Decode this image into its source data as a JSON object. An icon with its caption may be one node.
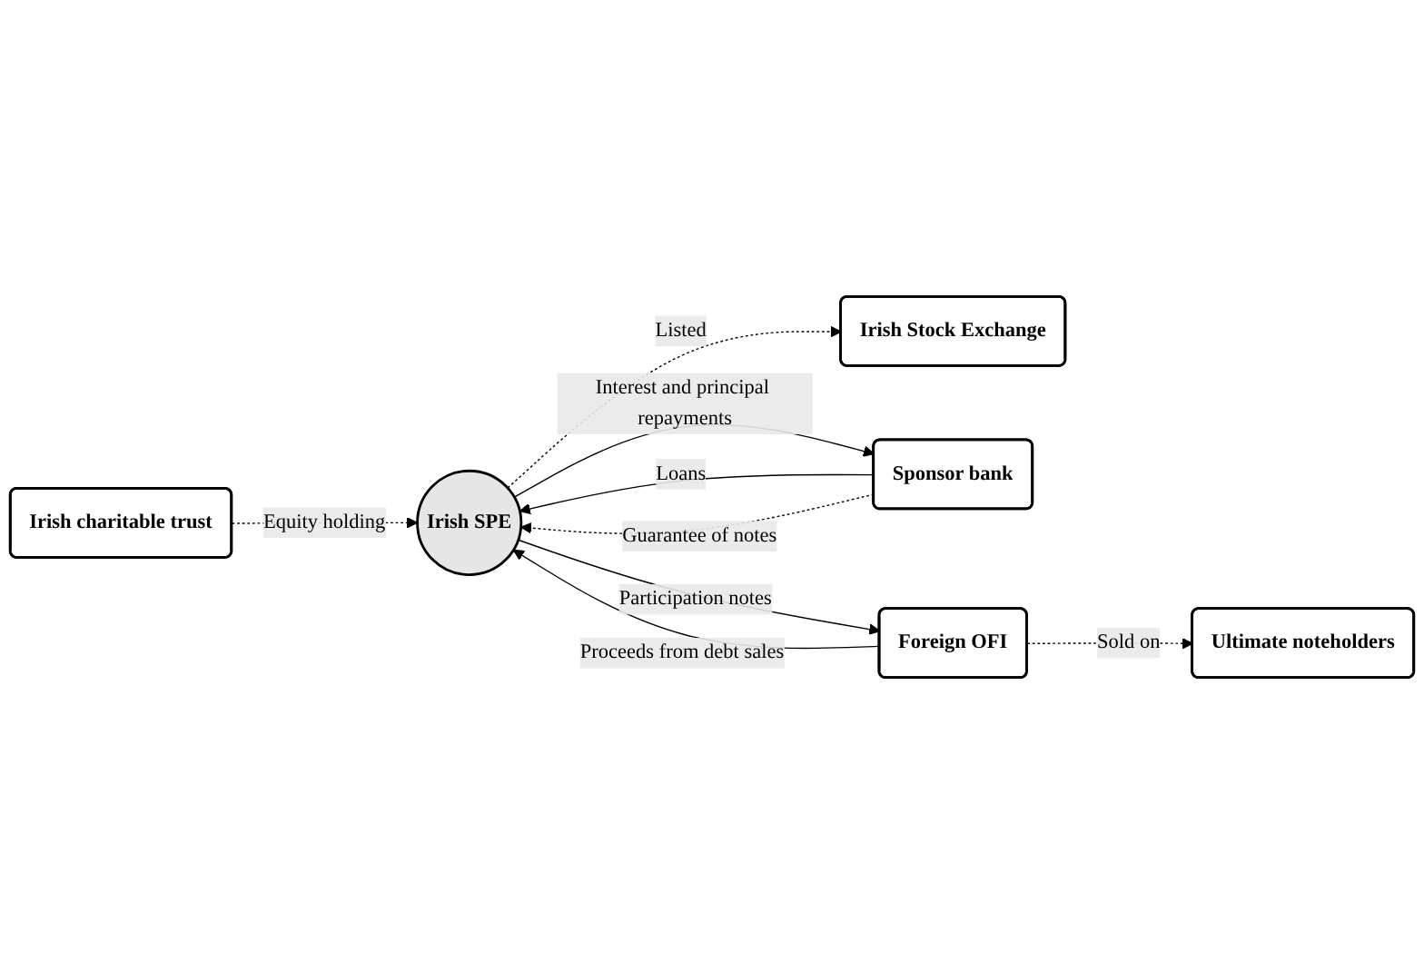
{
  "diagram": {
    "nodes": [
      {
        "text": [
          "Irish charitable trust"
        ]
      },
      {
        "text": [
          "Irish Stock Exchange"
        ]
      },
      {
        "text": [
          "Sponsor bank"
        ]
      },
      {
        "text": [
          "Irish SPE"
        ]
      },
      {
        "text": [
          "Foreign OFI"
        ]
      },
      {
        "text": [
          "Ultimate noteholders"
        ]
      }
    ],
    "edges": [
      {
        "from": 0,
        "to": 3,
        "arrow": "to",
        "label": "Equity holding",
        "style": "dashed"
      },
      {
        "from": 3,
        "to": 1,
        "arrow": "to",
        "label": "Listed",
        "style": "dashed"
      },
      {
        "from": 2,
        "to": 3,
        "arrow": "to",
        "label": "Loans"
      },
      {
        "from": 3,
        "to": 4,
        "arrow": "to",
        "label": "Participation notes"
      },
      {
        "from": 4,
        "to": 3,
        "arrow": "to",
        "label": "Proceeds from debt sales"
      },
      {
        "from": 3,
        "to": 2,
        "arrow": "to",
        "label": "Interest and principal repayments"
      },
      {
        "from": 2,
        "to": 3,
        "arrow": "to",
        "label": "Guarantee of notes",
        "style": "dashed"
      },
      {
        "from": 4,
        "to": 5,
        "arrow": "to",
        "label": "Sold on",
        "style": "dashed"
      }
    ]
  }
}
